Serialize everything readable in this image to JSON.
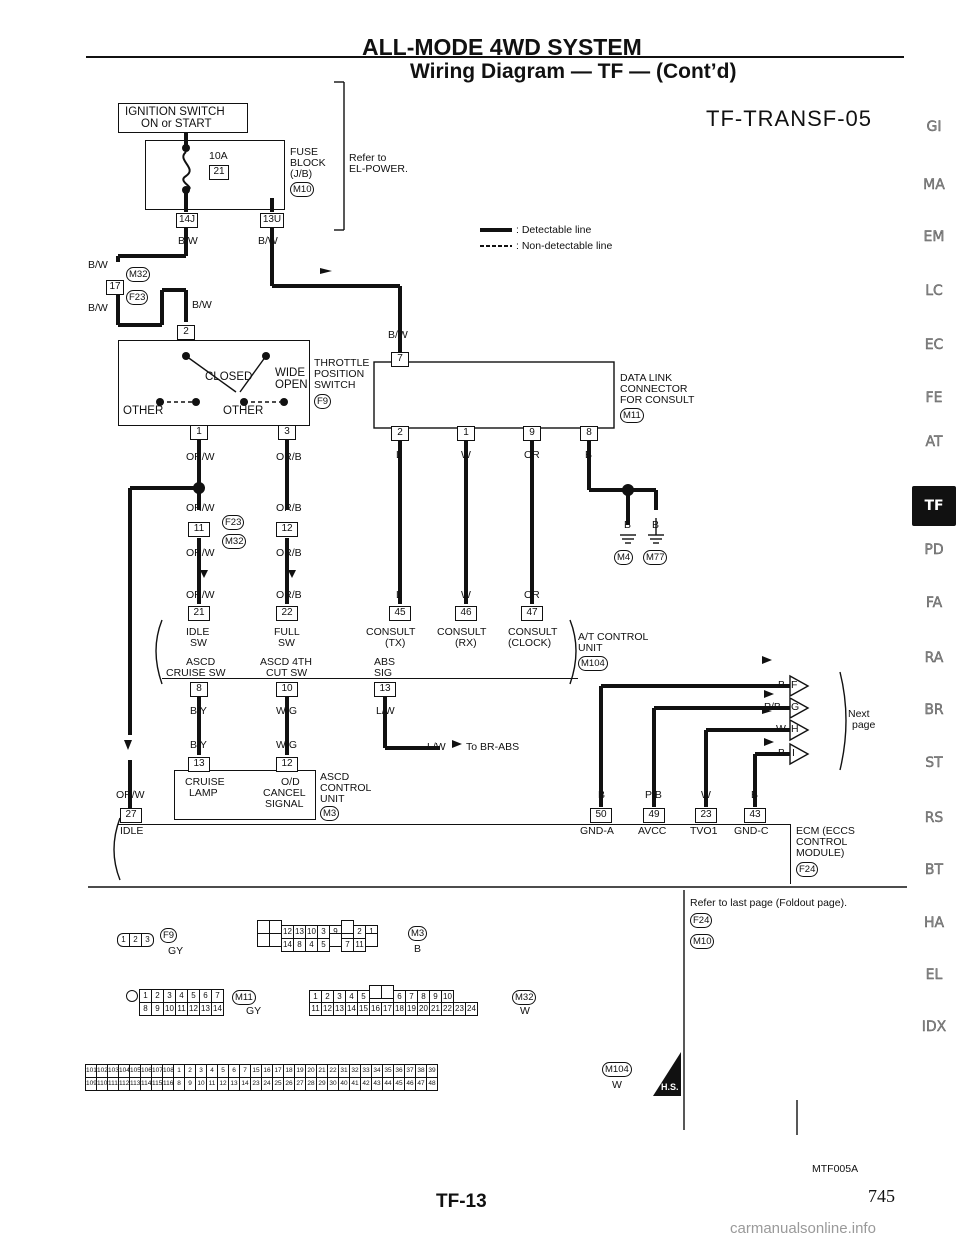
{
  "header": {
    "title": "ALL-MODE 4WD SYSTEM",
    "subtitle": "Wiring Diagram — TF — (Cont’d)"
  },
  "diagram_id": "TF-TRANSF-05",
  "legend": {
    "detectable": ": Detectable line",
    "non_detectable": ": Non-detectable line"
  },
  "ignition": {
    "label1": "IGNITION SWITCH",
    "label2": "ON or START"
  },
  "fuse": {
    "amp": "10A",
    "num": "21",
    "block1": "FUSE",
    "block2": "BLOCK",
    "block3": "(J/B)",
    "conn": "M10",
    "refer1": "Refer to",
    "refer2": "EL-POWER."
  },
  "pins_top": {
    "a": "14J",
    "b": "13U"
  },
  "wires": {
    "bw": "B/W",
    "orw": "OR/W",
    "orb": "OR/B",
    "l": "L",
    "w": "W",
    "or": "OR",
    "b": "B",
    "by": "B/Y",
    "wg": "W/G",
    "lw": "L/W",
    "pb": "P/B"
  },
  "joint_conns": {
    "m32": "M32",
    "f23": "F23",
    "p17": "17",
    "p2": "2",
    "p11": "11",
    "p12": "12"
  },
  "throttle": {
    "closed": "CLOSED",
    "wide": "WIDE",
    "open": "OPEN",
    "other": "OTHER",
    "name1": "THROTTLE",
    "name2": "POSITION",
    "name3": "SWITCH",
    "conn": "F9",
    "pin1": "1",
    "pin3": "3"
  },
  "dlc": {
    "pin7": "7",
    "name1": "DATA LINK",
    "name2": "CONNECTOR",
    "name3": "FOR CONSULT",
    "conn": "M11",
    "pins": [
      "2",
      "1",
      "9",
      "8"
    ]
  },
  "grounds": {
    "g1": "M4",
    "g2": "M77"
  },
  "atcu": {
    "pins": [
      "21",
      "22",
      "45",
      "46",
      "47"
    ],
    "idle": "IDLE",
    "sw": "SW",
    "full": "FULL",
    "consult_tx": "CONSULT",
    "tx": "(TX)",
    "consult_rx": "CONSULT",
    "rx": "(RX)",
    "consult_clk": "CONSULT",
    "clk": "(CLOCK)",
    "name1": "A/T CONTROL",
    "name2": "UNIT",
    "conn": "M104",
    "ascd": "ASCD",
    "cruise": "CRUISE SW",
    "ascd4th": "ASCD 4TH",
    "cutsw": "CUT SW",
    "abs": "ABS",
    "sig": "SIG",
    "pin8": "8",
    "pin10": "10",
    "pin13": "13"
  },
  "to_brabs": "To BR-ABS",
  "next": {
    "F": "F",
    "G": "G",
    "H": "H",
    "I": "I",
    "label1": "Next",
    "label2": "page"
  },
  "ascd": {
    "pin13": "13",
    "pin12": "12",
    "cruise": "CRUISE",
    "lamp": "LAMP",
    "od": "O/D",
    "cancel": "CANCEL",
    "signal": "SIGNAL",
    "name1": "ASCD",
    "name2": "CONTROL",
    "name3": "UNIT",
    "conn": "M3"
  },
  "ecm": {
    "pin27": "27",
    "idle": "IDLE",
    "pins": [
      "50",
      "49",
      "23",
      "43"
    ],
    "gnda": "GND-A",
    "avcc": "AVCC",
    "tvo1": "TVO1",
    "gndc": "GND-C",
    "name1": "ECM (ECCS",
    "name2": "CONTROL",
    "name3": "MODULE)",
    "conn": "F24"
  },
  "refer_last": "Refer to last page (Foldout page).",
  "refer_conns": [
    "F24",
    "M10"
  ],
  "connector_faces": {
    "f9": {
      "cells": [
        "1",
        "2",
        "3"
      ],
      "conn": "F9",
      "color": "GY"
    },
    "m3": {
      "row1": [
        "",
        "",
        "12",
        "13",
        "10",
        "3",
        "9",
        "",
        "2",
        "1"
      ],
      "row2": [
        "",
        "",
        "14",
        "8",
        "4",
        "5",
        "",
        "7",
        "11",
        ""
      ],
      "conn": "M3",
      "color": "B"
    },
    "m11": {
      "row1": [
        "1",
        "2",
        "3",
        "4",
        "5",
        "6",
        "7"
      ],
      "row2": [
        "8",
        "9",
        "10",
        "11",
        "12",
        "13",
        "14"
      ],
      "conn": "M11",
      "color": "GY"
    },
    "m32": {
      "row1": [
        "1",
        "2",
        "3",
        "4",
        "5",
        "",
        "",
        "6",
        "7",
        "8",
        "9",
        "10"
      ],
      "row2": [
        "11",
        "12",
        "13",
        "14",
        "15",
        "16",
        "17",
        "18",
        "19",
        "20",
        "21",
        "22",
        "23",
        "24"
      ],
      "conn": "M32",
      "color": "W"
    },
    "m104": {
      "row1": [
        "101",
        "102",
        "103",
        "104",
        "105",
        "106",
        "107",
        "108",
        "1",
        "2",
        "3",
        "4",
        "5",
        "6",
        "7",
        "15",
        "16",
        "17",
        "18",
        "19",
        "20",
        "21",
        "22",
        "31",
        "32",
        "33",
        "34",
        "35",
        "36",
        "37",
        "38",
        "39"
      ],
      "row2": [
        "109",
        "110",
        "111",
        "112",
        "113",
        "114",
        "115",
        "116",
        "8",
        "9",
        "10",
        "11",
        "12",
        "13",
        "14",
        "23",
        "24",
        "25",
        "26",
        "27",
        "28",
        "29",
        "30",
        "40",
        "41",
        "42",
        "43",
        "44",
        "45",
        "46",
        "47",
        "48"
      ],
      "conn": "M104",
      "color": "W"
    }
  },
  "hs": "H.S.",
  "side_tabs": [
    "GI",
    "MA",
    "EM",
    "LC",
    "EC",
    "FE",
    "AT",
    "TF",
    "PD",
    "FA",
    "RA",
    "BR",
    "ST",
    "RS",
    "BT",
    "HA",
    "EL",
    "IDX"
  ],
  "active_tab": "TF",
  "footer": {
    "code": "MTF005A",
    "page": "TF-13",
    "pagenum": "745",
    "watermark": "carmanualsonline.info"
  }
}
